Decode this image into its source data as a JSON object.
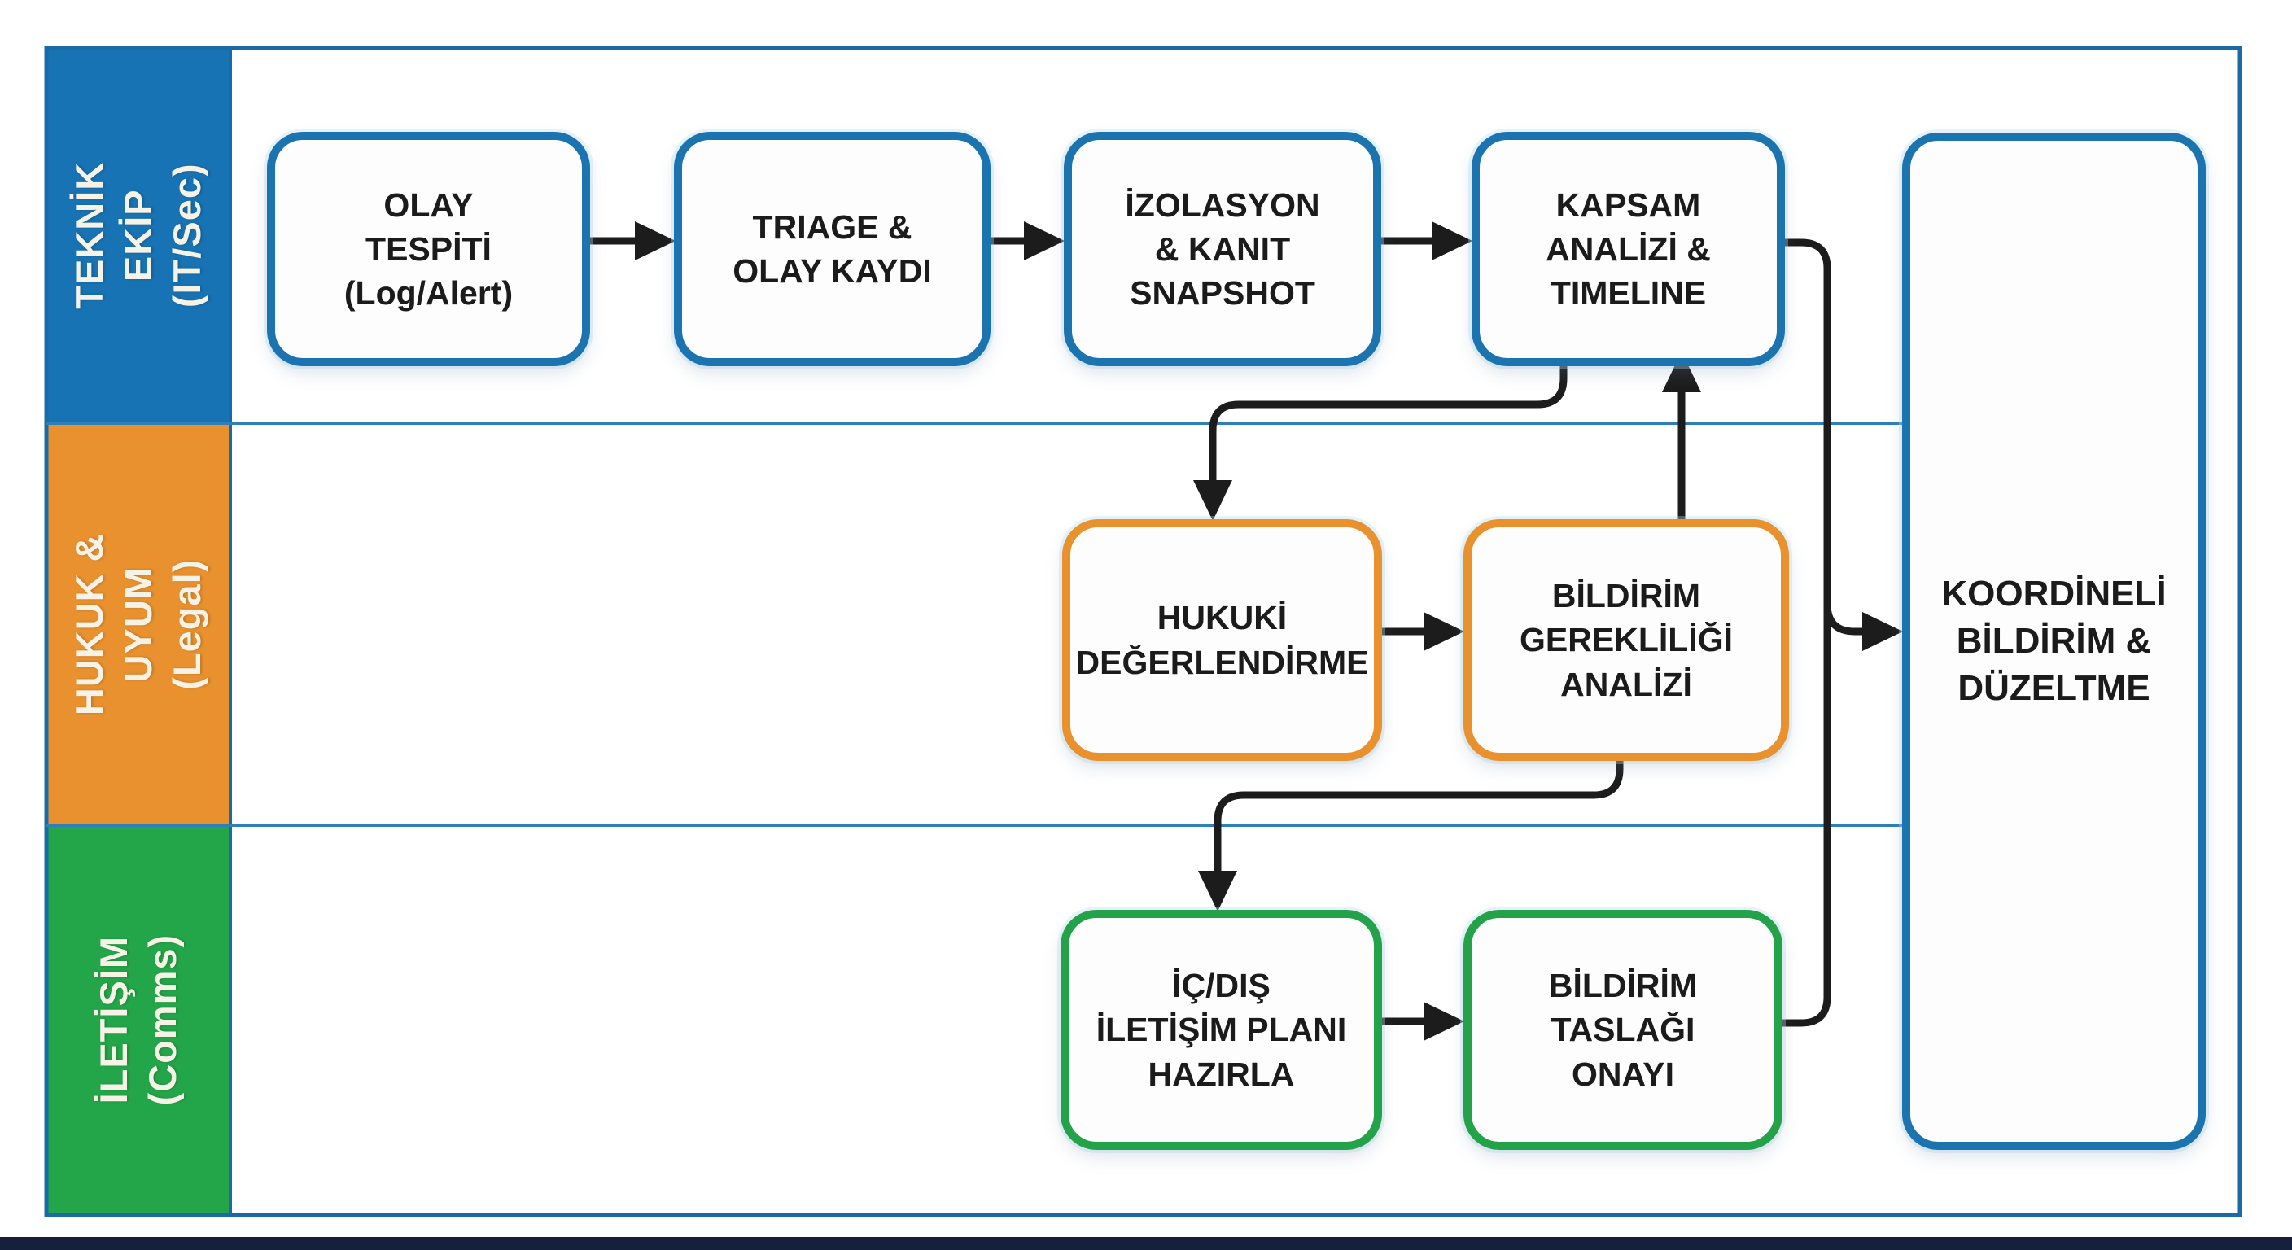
{
  "diagram": {
    "type": "swimlane-flowchart",
    "lanes": {
      "teknik": {
        "label": "TEKNİK EKİP\n(IT/Sec)",
        "fill": "#1873b4"
      },
      "hukuk": {
        "label": "HUKUK & UYUM\n(Legal)",
        "fill": "#e9912e"
      },
      "iletisim": {
        "label": "İLETİŞİM\n(Comms)",
        "fill": "#23a64a"
      }
    },
    "nodes": {
      "olay_tespiti": {
        "label": "OLAY\nTESPİTİ\n(Log/Alert)",
        "lane": "teknik",
        "border": "#1b74b0"
      },
      "triage": {
        "label": "TRIAGE &\nOLAY KAYDI",
        "lane": "teknik",
        "border": "#1b74b0"
      },
      "izolasyon": {
        "label": "İZOLASYON\n& KANIT\nSNAPSHOT",
        "lane": "teknik",
        "border": "#1b74b0"
      },
      "kapsam": {
        "label": "KAPSAM\nANALİZİ &\nTIMELINE",
        "lane": "teknik",
        "border": "#1b74b0"
      },
      "hukuki_degerlendirme": {
        "label": "HUKUKİ\nDEĞERLENDİRME",
        "lane": "hukuk",
        "border": "#e8912d"
      },
      "bildirim_gerekliligi": {
        "label": "BİLDİRİM\nGEREKLİLİĞİ\nANALİZİ",
        "lane": "hukuk",
        "border": "#e8912d"
      },
      "ic_dis_plan": {
        "label": "İÇ/DIŞ\nİLETİŞİM PLANI\nHAZIRLA",
        "lane": "iletisim",
        "border": "#23a24a"
      },
      "bildirim_taslagi": {
        "label": "BİLDİRİM\nTASLAĞI\nONAYI",
        "lane": "iletisim",
        "border": "#23a24a"
      },
      "koordineli": {
        "label": "KOORDİNELİ\nBİLDİRİM &\nDÜZELTME",
        "lane": "all",
        "border": "#1b74b0"
      }
    },
    "edges": [
      "olay_tespiti -> triage",
      "triage -> izolasyon",
      "izolasyon -> kapsam",
      "kapsam -> hukuki_degerlendirme",
      "hukuki_degerlendirme -> bildirim_gerekliligi",
      "bildirim_gerekliligi -> kapsam",
      "bildirim_gerekliligi -> ic_dis_plan",
      "ic_dis_plan -> bildirim_taslagi",
      "kapsam -> koordineli",
      "bildirim_taslagi -> koordineli"
    ],
    "colors": {
      "arrow": "#1c1c1c",
      "outer_border": "#1a6aa6",
      "lane_divider": "#2f7fb8",
      "footer_strip": "#15203c",
      "node_text": "#1b1b1b",
      "lane_text": "#f6f2e6"
    }
  }
}
